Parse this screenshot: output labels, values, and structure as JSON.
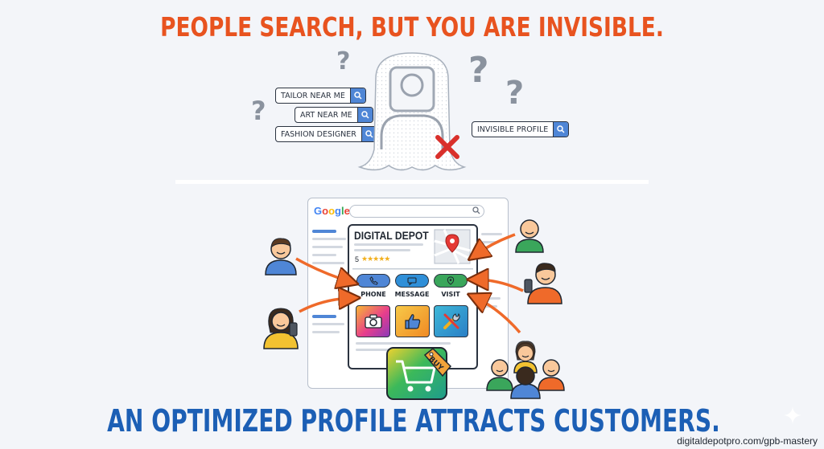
{
  "headline_top": "PEOPLE SEARCH, BUT YOU ARE INVISIBLE.",
  "headline_bottom": "AN OPTIMIZED PROFILE ATTRACTS CUSTOMERS.",
  "search_chips": {
    "tailor": "TAILOR NEAR ME",
    "art": "ART NEAR ME",
    "fashion": "FASHION DESIGNER",
    "invisible": "INVISIBLE PROFILE"
  },
  "question_mark": "?",
  "google_logo": {
    "letters": [
      "G",
      "o",
      "o",
      "g",
      "l",
      "e"
    ],
    "colors": [
      "#4285f4",
      "#ea4335",
      "#fbbc05",
      "#4285f4",
      "#34a853",
      "#ea4335"
    ]
  },
  "business": {
    "name": "DIGITAL DEPOT",
    "rating": "5",
    "stars": "★★★★★"
  },
  "actions": {
    "phone": "PHONE",
    "message": "MESSAGE",
    "visit": "VISIT"
  },
  "buy_tag": "BUY",
  "footer_url": "digitaldepotpro.com/gpb-mastery",
  "colors": {
    "orange": "#e8531f",
    "blue": "#1c5fb5",
    "chip_blue": "#4f86d6",
    "arrow": "#ef6a2a",
    "phone_btn": "#4f86d6",
    "message_btn": "#2f8fd8",
    "visit_btn": "#3aa65b"
  },
  "icons": [
    "magnifier-icon",
    "question-mark-icon",
    "ghost-profile-icon",
    "red-x-icon",
    "map-pin-icon",
    "phone-icon",
    "message-icon",
    "location-icon",
    "camera-icon",
    "thumbs-up-icon",
    "tools-icon",
    "shopping-cart-icon",
    "price-tag-icon",
    "customer-avatar-icon",
    "sparkle-icon"
  ]
}
